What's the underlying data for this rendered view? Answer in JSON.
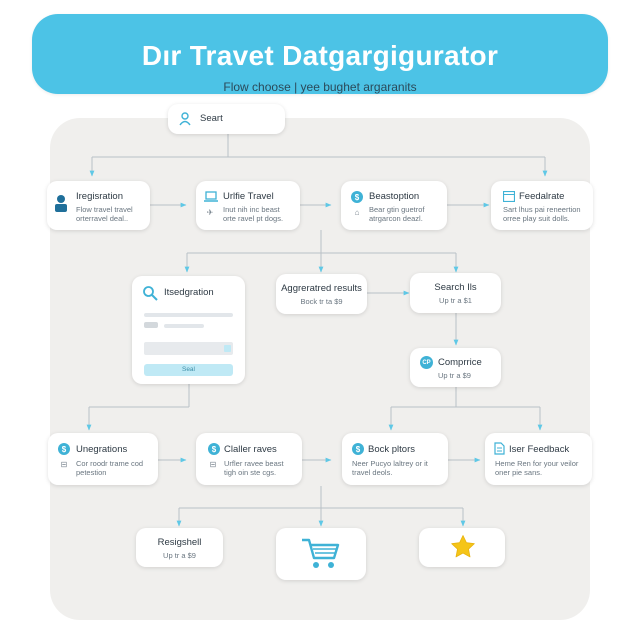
{
  "header": {
    "title": "Dır Travet Datgargigurator",
    "subtitle": "Flow choose | yee bughet argaranits"
  },
  "start": {
    "label": "Seart",
    "icon": "person-search-icon"
  },
  "row1": [
    {
      "title": "Iregisration",
      "desc": [
        "Flow travel travel",
        "orterravel deal.."
      ],
      "icon": "user-icon"
    },
    {
      "title": "Urlfie Travel",
      "desc": [
        "Inut nih inc beast",
        "orte ravel pt dogs."
      ],
      "icon": "laptop-icon"
    },
    {
      "title": "Beastoption",
      "desc": [
        "Bear gtin guetrof",
        "atrgarcon deazl."
      ],
      "icon": "dollar-icon"
    },
    {
      "title": "Feedalrate",
      "desc": [
        "Sart lhus pai reneertion",
        "orree play suit dolls."
      ],
      "icon": "feedback-window-icon"
    }
  ],
  "form": {
    "title": "Itsedgration",
    "button_label": "Seal",
    "icon": "magnifier-icon"
  },
  "mid": [
    {
      "title": "Aggreratred results",
      "desc": "Bock tr ta $9"
    },
    {
      "title": "Search Ils",
      "desc": "Up tr a $1"
    },
    {
      "title": "Comprrice",
      "desc": "Up tr a $9",
      "icon": "compare-icon"
    }
  ],
  "row3": [
    {
      "title": "Unegrations",
      "desc": [
        "Cor roodr trame cod",
        "petestion"
      ],
      "icon": "dollar-icon"
    },
    {
      "title": "Claller raves",
      "desc": [
        "Urfler ravee beast",
        "tigh oin ste cgs."
      ],
      "icon": "dollar-icon"
    },
    {
      "title": "Bock pltors",
      "desc": [
        "Neer Pucyo laltrey or it",
        "travel deols."
      ],
      "icon": "dollar-icon"
    },
    {
      "title": "Iser Feedback",
      "desc": [
        "Heme Ren for your veilor",
        "oner pie sans."
      ],
      "icon": "document-icon"
    }
  ],
  "bottom": [
    {
      "title": "Resigshell",
      "desc": "Up tr a $9"
    },
    {
      "icon": "shopping-cart-icon"
    },
    {
      "icon": "star-icon"
    }
  ],
  "colors": {
    "accent": "#4cc3e6",
    "connector": "#5fc8e6",
    "panel": "#f0efed",
    "star": "#f5c518"
  }
}
